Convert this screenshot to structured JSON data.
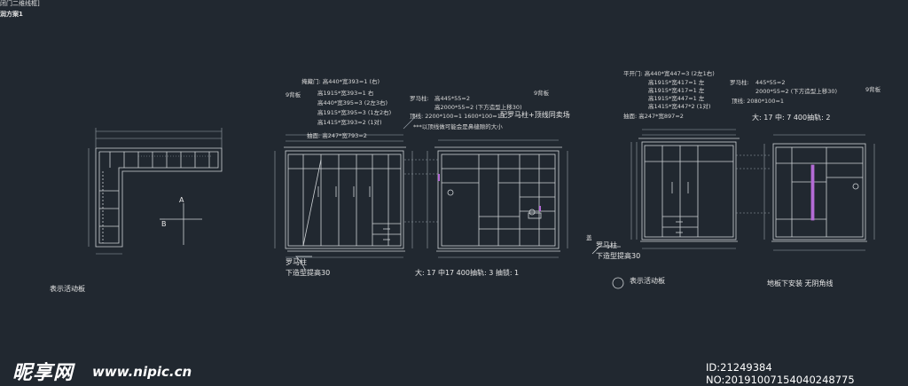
{
  "header": {
    "line1": "闭门二维线框]",
    "line2": "润方案1"
  },
  "left_plan": {
    "caption": "表示活动板",
    "label_a": "A",
    "label_b": "B"
  },
  "spec_left": {
    "lines": [
      "掩藏门: 高440*宽393=1 (右)",
      "高1915*宽393=1 右",
      "高440*宽395=3 (2左3右)",
      "高1915*宽395=3 (1左2右)",
      "高1415*宽393=2 (1对)",
      "抽面: 高247*宽793=2"
    ],
    "backboard": "9背板",
    "roman_prefix": "罗马柱:",
    "roman_vals": [
      "高445*55=2",
      "高2000*55=2 (下方造型上移30)"
    ],
    "top_line": "顶线: 2200*100=1 1600*100=1",
    "pairing": "配罗马柱+顶线同卖场",
    "note": "***以顶线做可能会是鼻缝隙的大小",
    "backboard2": "9背板",
    "roman_label": "罗马柱",
    "raise_note": "下造型提高30",
    "hw": "大: 17 中17 400抽轨: 3 抽锁: 1"
  },
  "spec_right": {
    "lines": [
      "平开门: 高440*宽447=3 (2左1右)",
      "高1915*宽417=1 左",
      "高1915*宽417=1 左",
      "高1915*宽447=1 左",
      "高1415*宽447*2 (1对)",
      "抽面: 高247*宽897=2"
    ],
    "roman_prefix": "罗马柱:",
    "roman_vals": [
      "445*55=2",
      "2000*55=2 (下方造型上移30)"
    ],
    "top_line": "顶线: 2080*100=1",
    "backboard": "9背板",
    "hw": "大: 17 中: 7 400抽轨: 2",
    "roman_label": "罗马柱",
    "raise_note": "下造型提高30",
    "gai": "盖",
    "move": "表示活动板",
    "floor": "地板下安装 无阴角线"
  },
  "watermark": {
    "logo": "昵享网",
    "url": "www.nipic.cn",
    "id": "ID:21249384 NO:20191007154040248775"
  },
  "colors": {
    "background": "#212830",
    "line": "#cfd3d6",
    "dim": "#9aa3ab",
    "accent_magenta": "#b46bd6"
  }
}
